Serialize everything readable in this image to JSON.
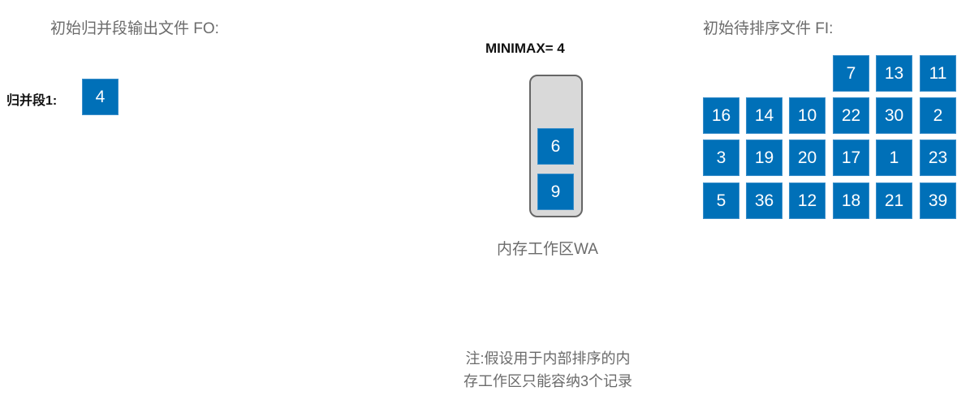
{
  "fo": {
    "title": "初始归并段输出文件 FO:",
    "segments": [
      {
        "label": "归并段1:",
        "values": [
          "4"
        ]
      }
    ]
  },
  "wa": {
    "minimax_label": "MINIMAX= 4",
    "cells": [
      "6",
      "9"
    ],
    "caption": "内存工作区WA"
  },
  "fi": {
    "title": "初始待排序文件 FI:",
    "rows": [
      [
        "",
        "",
        "",
        "7",
        "13",
        "11"
      ],
      [
        "16",
        "14",
        "10",
        "22",
        "30",
        "2"
      ],
      [
        "3",
        "19",
        "20",
        "17",
        "1",
        "23"
      ],
      [
        "5",
        "36",
        "12",
        "18",
        "21",
        "39"
      ]
    ]
  },
  "note": {
    "line1": "注:假设用于内部排序的内",
    "line2": "存工作区只能容纳3个记录"
  },
  "colors": {
    "cell_fill": "#0070b8",
    "cell_text": "#ffffff",
    "wa_fill": "#d9d9d9",
    "wa_border": "#666666",
    "gray_text": "#6b6b6b"
  }
}
